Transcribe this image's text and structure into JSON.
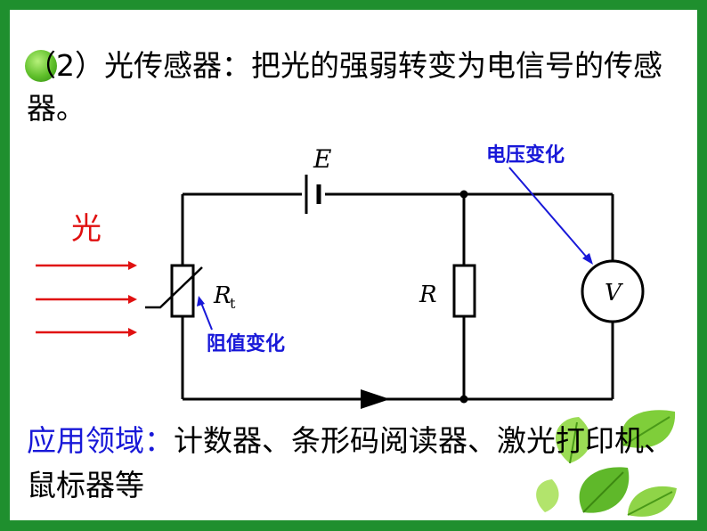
{
  "heading": {
    "number": "（2）",
    "text": "光传感器：把光的强弱转变为电信号的传感器。"
  },
  "diagram": {
    "light_label": "光",
    "battery_label": "E",
    "rt_label": "R",
    "rt_sub": "t",
    "r_label": "R",
    "meter_label": "V",
    "voltage_note": "电压变化",
    "resistance_note": "阻值变化"
  },
  "application": {
    "label": "应用领域：",
    "text": "计数器、条形码阅读器、激光打印机、鼠标器等"
  },
  "colors": {
    "frame": "#1f8f2e",
    "red": "#e01010",
    "blue": "#1818d8"
  },
  "icons": [
    "leaf-decoration"
  ]
}
